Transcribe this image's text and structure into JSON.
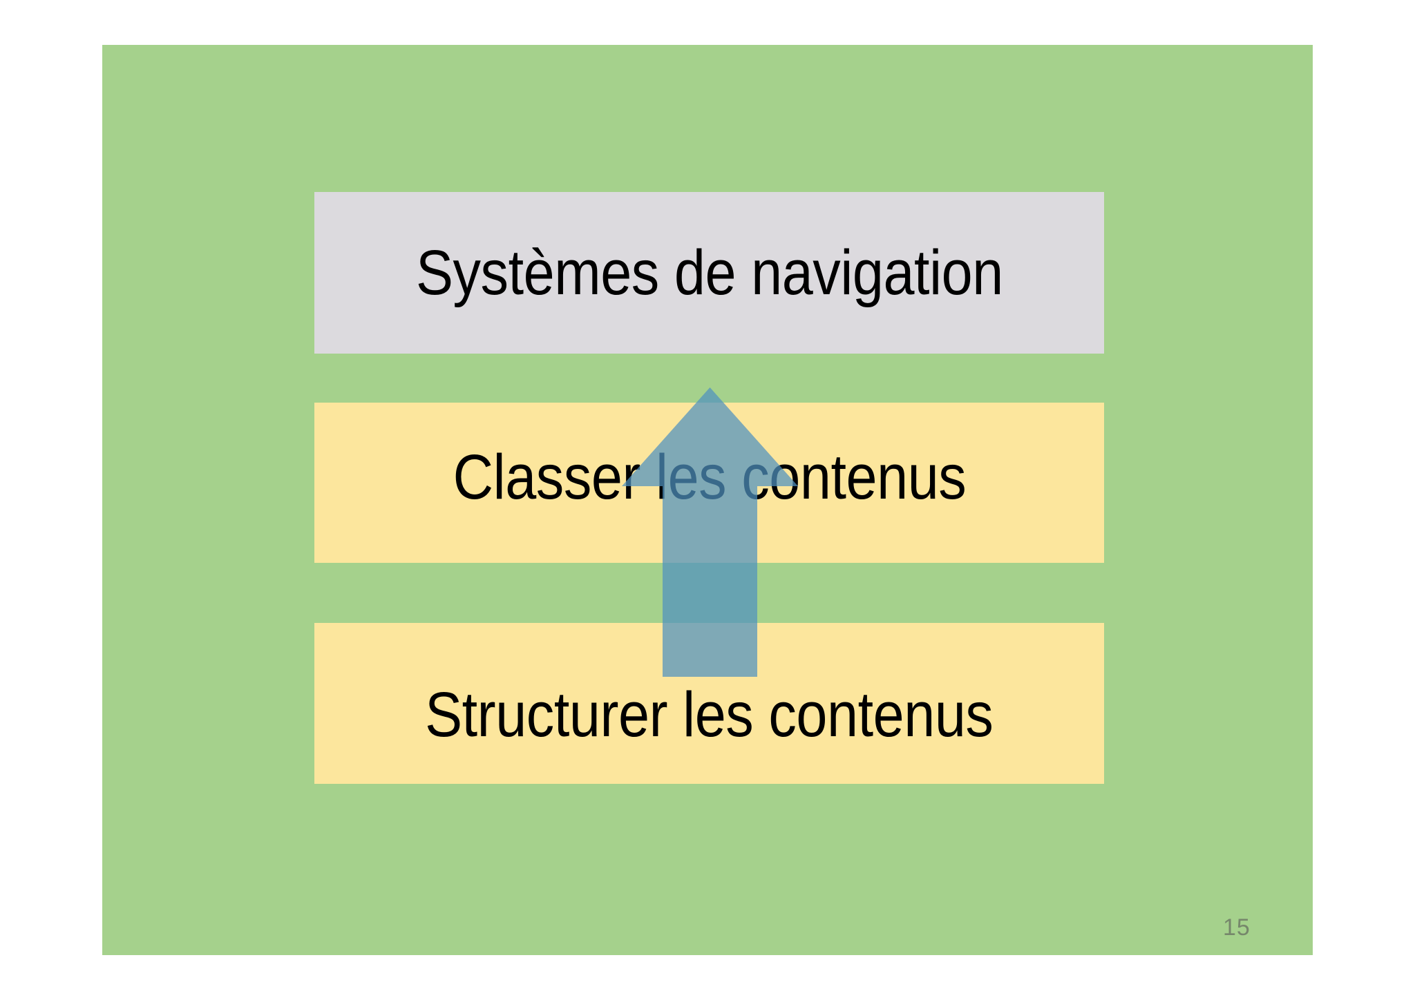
{
  "slide": {
    "background_color": "#a5d18c",
    "page_color": "#ffffff",
    "page_number": "15",
    "page_number_color": "#76876b",
    "bands": [
      {
        "id": "navigation",
        "label": "Systèmes de navigation",
        "fill": "#dcdade",
        "text_color": "#000000"
      },
      {
        "id": "classer",
        "label": "Classer les contenus",
        "fill": "#fce69d",
        "text_color": "#000000"
      },
      {
        "id": "structurer",
        "label": "Structurer les contenus",
        "fill": "#fce69d",
        "text_color": "#000000"
      }
    ],
    "arrow": {
      "name": "up-arrow",
      "direction": "up",
      "fill": "#4f92bf",
      "opacity": "0.72"
    }
  }
}
